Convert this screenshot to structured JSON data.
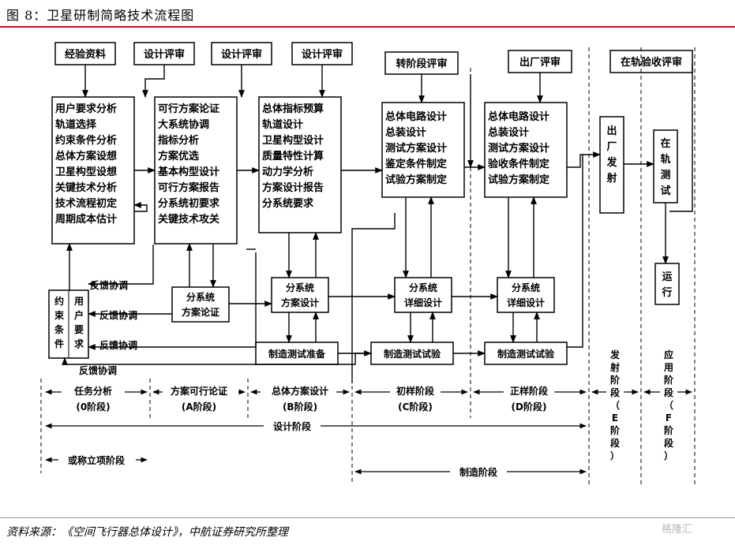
{
  "figure": {
    "title": "图 8：卫星研制简略技术流程图",
    "source": "资料来源：《空间飞行器总体设计》，中航证券研究所整理",
    "watermark": "格隆汇"
  },
  "reviews": {
    "experience": "经验资料",
    "design_review_1": "设计评审",
    "design_review_2": "设计评审",
    "design_review_3": "设计评审",
    "stage_transition": "转阶段评审",
    "factory_exit": "出厂评审",
    "in_orbit": "在轨验收评审"
  },
  "stage0_box": [
    "用户要求分析",
    "轨道选择",
    "约束条件分析",
    "总体方案设想",
    "卫星构型设想",
    "关键技术分析",
    "技术流程初定",
    "周期成本估计"
  ],
  "stageA_box": [
    "可行方案论证",
    "大系统协调",
    "指标分析",
    "方案优选",
    "基本构型设计",
    "可行方案报告",
    "分系统初要求",
    "关键技术攻关"
  ],
  "stageB_box": [
    "总体指标预算",
    "轨道设计",
    "卫星构型设计",
    "质量特性计算",
    "动力学分析",
    "方案设计报告",
    "分系统要求"
  ],
  "stageC_box": [
    "总体电路设计",
    "总装设计",
    "测试方案设计",
    "鉴定条件制定",
    "试验方案制定"
  ],
  "stageD_box": [
    "总体电路设计",
    "总装设计",
    "测试方案设计",
    "验收条件制定",
    "试验方案制定"
  ],
  "launch_box": "出厂发射",
  "orbit_test_box": "在轨测试",
  "operation_box": "运行",
  "constraint_box": {
    "left": "约束条件",
    "right": "用户要求"
  },
  "subsystem": {
    "a_demo": [
      "分系统",
      "方案论证"
    ],
    "b_design": [
      "分系统",
      "方案设计"
    ],
    "c_design": [
      "分系统",
      "详细设计"
    ],
    "d_design": [
      "分系统",
      "详细设计"
    ]
  },
  "manufacture": {
    "b": "制造测试准备",
    "c": "制造测试试验",
    "d": "制造测试试验"
  },
  "feedback": [
    "反馈协调",
    "反馈协调",
    "反馈协调",
    "反馈协调"
  ],
  "stages": {
    "s0": [
      "任务分析",
      "(0阶段)"
    ],
    "sA": [
      "方案可行论证",
      "(A阶段)"
    ],
    "sB": [
      "总体方案设计",
      "(B阶段)"
    ],
    "sC": [
      "初样阶段",
      "(C阶段)"
    ],
    "sD": [
      "正样阶段",
      "(D阶段)"
    ],
    "sE": "发射阶段（E阶段）",
    "sF": "应用阶段（F阶段）"
  },
  "spans": {
    "design": "设计阶段",
    "project": "或称立项阶段",
    "manufacturing": "制造阶段"
  }
}
